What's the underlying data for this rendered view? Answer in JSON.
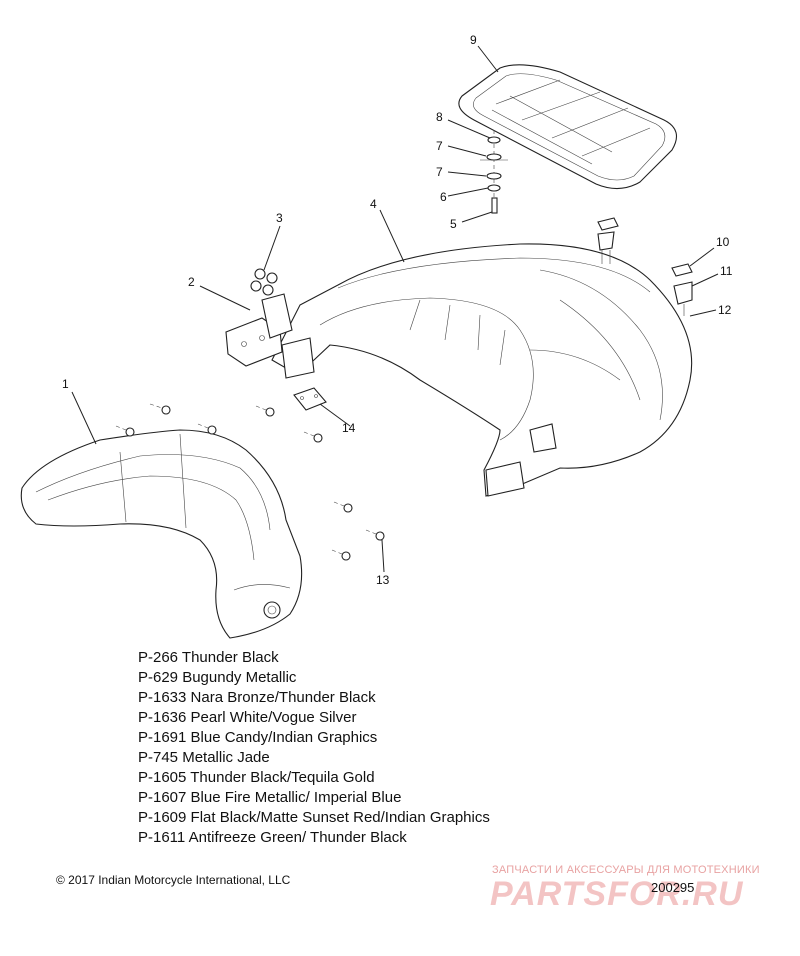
{
  "callouts": {
    "c1": "1",
    "c2": "2",
    "c3": "3",
    "c4": "4",
    "c5": "5",
    "c6": "6",
    "c7a": "7",
    "c7b": "7",
    "c8": "8",
    "c9": "9",
    "c10": "10",
    "c11": "11",
    "c12": "12",
    "c13": "13",
    "c14": "14"
  },
  "color_codes": [
    "P-266  Thunder Black",
    "P-629  Bugundy Metallic",
    "P-1633 Nara Bronze/Thunder Black",
    "P-1636 Pearl White/Vogue Silver",
    "P-1691 Blue Candy/Indian Graphics",
    "P-745  Metallic Jade",
    "P-1605 Thunder Black/Tequila Gold",
    "P-1607 Blue Fire Metallic/ Imperial Blue",
    "P-1609 Flat Black/Matte Sunset Red/Indian Graphics",
    "P-1611 Antifreeze Green/ Thunder Black"
  ],
  "copyright": "© 2017 Indian Motorcycle International, LLC",
  "watermark": {
    "tagline": "ЗАПЧАСТИ И АКСЕССУАРЫ ДЛЯ МОТОТЕХНИКИ",
    "logo": "PARTSFOR.RU",
    "color": "#f3c4c4"
  },
  "diagram_id": "200295"
}
